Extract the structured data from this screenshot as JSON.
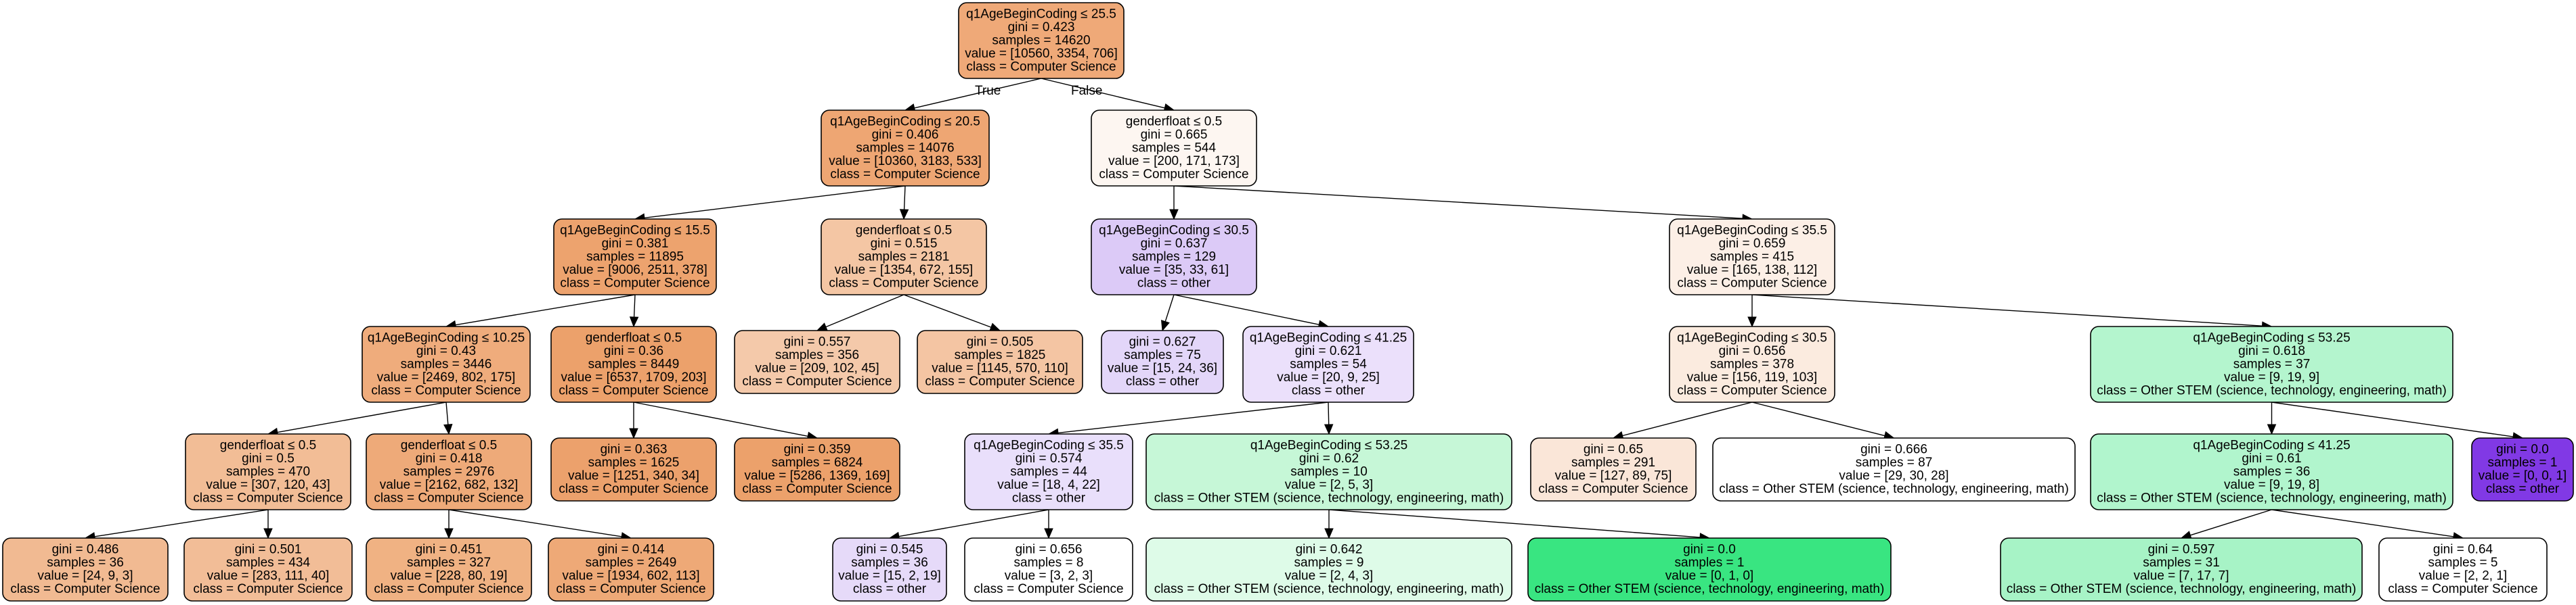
{
  "edge_labels": {
    "true": "True",
    "false": "False"
  },
  "nodes": [
    {
      "id": "n0",
      "lines": [
        "q1AgeBeginCoding ≤ 25.5",
        "gini = 0.423",
        "samples = 14620",
        "value = [10560, 3354, 706]",
        "class = Computer Science"
      ],
      "fill": "#efa978"
    },
    {
      "id": "n1",
      "lines": [
        "q1AgeBeginCoding ≤ 20.5",
        "gini = 0.406",
        "samples = 14076",
        "value = [10360, 3183, 533]",
        "class = Computer Science"
      ],
      "fill": "#eea673"
    },
    {
      "id": "n2",
      "lines": [
        "q1AgeBeginCoding ≤ 15.5",
        "gini = 0.381",
        "samples = 11895",
        "value = [9006, 2511, 378]",
        "class = Computer Science"
      ],
      "fill": "#eda36e"
    },
    {
      "id": "n3",
      "lines": [
        "q1AgeBeginCoding ≤ 10.25",
        "gini = 0.43",
        "samples = 3446",
        "value = [2469, 802, 175]",
        "class = Computer Science"
      ],
      "fill": "#efac7c"
    },
    {
      "id": "n4",
      "lines": [
        "genderfloat ≤ 0.5",
        "gini = 0.5",
        "samples = 470",
        "value = [307, 120, 43]",
        "class = Computer Science"
      ],
      "fill": "#f2bd96"
    },
    {
      "id": "n5",
      "lines": [
        "gini = 0.486",
        "samples = 36",
        "value = [24, 9, 3]",
        "class = Computer Science"
      ],
      "fill": "#f1ba92"
    },
    {
      "id": "n6",
      "lines": [
        "gini = 0.501",
        "samples = 434",
        "value = [283, 111, 40]",
        "class = Computer Science"
      ],
      "fill": "#f2bd97"
    },
    {
      "id": "n7",
      "lines": [
        "genderfloat ≤ 0.5",
        "gini = 0.418",
        "samples = 2976",
        "value = [2162, 682, 132]",
        "class = Computer Science"
      ],
      "fill": "#eeaa79"
    },
    {
      "id": "n8",
      "lines": [
        "gini = 0.451",
        "samples = 327",
        "value = [228, 80, 19]",
        "class = Computer Science"
      ],
      "fill": "#f0b283"
    },
    {
      "id": "n9",
      "lines": [
        "gini = 0.414",
        "samples = 2649",
        "value = [1934, 602, 113]",
        "class = Computer Science"
      ],
      "fill": "#eea977"
    },
    {
      "id": "n10",
      "lines": [
        "genderfloat ≤ 0.5",
        "gini = 0.36",
        "samples = 8449",
        "value = [6537, 1709, 203]",
        "class = Computer Science"
      ],
      "fill": "#eca16b"
    },
    {
      "id": "n11",
      "lines": [
        "gini = 0.363",
        "samples = 1625",
        "value = [1251, 340, 34]",
        "class = Computer Science"
      ],
      "fill": "#eca16c"
    },
    {
      "id": "n12",
      "lines": [
        "gini = 0.359",
        "samples = 6824",
        "value = [5286, 1369, 169]",
        "class = Computer Science"
      ],
      "fill": "#eca16b"
    },
    {
      "id": "n13",
      "lines": [
        "genderfloat ≤ 0.5",
        "gini = 0.515",
        "samples = 2181",
        "value = [1354, 672, 155]",
        "class = Computer Science"
      ],
      "fill": "#f4c6a4"
    },
    {
      "id": "n14",
      "lines": [
        "gini = 0.557",
        "samples = 356",
        "value = [209, 102, 45]",
        "class = Computer Science"
      ],
      "fill": "#f4c9aa"
    },
    {
      "id": "n15",
      "lines": [
        "gini = 0.505",
        "samples = 1825",
        "value = [1145, 570, 110]",
        "class = Computer Science"
      ],
      "fill": "#f4c5a3"
    },
    {
      "id": "n16",
      "lines": [
        "genderfloat ≤ 0.5",
        "gini = 0.665",
        "samples = 544",
        "value = [200, 171, 173]",
        "class = Computer Science"
      ],
      "fill": "#fdf6f1"
    },
    {
      "id": "n17",
      "lines": [
        "q1AgeBeginCoding ≤ 30.5",
        "gini = 0.637",
        "samples = 129",
        "value = [35, 33, 61]",
        "class = other"
      ],
      "fill": "#dccaf7"
    },
    {
      "id": "n18",
      "lines": [
        "gini = 0.627",
        "samples = 75",
        "value = [15, 24, 36]",
        "class = other"
      ],
      "fill": "#e3d6f9"
    },
    {
      "id": "n19",
      "lines": [
        "q1AgeBeginCoding ≤ 41.25",
        "gini = 0.621",
        "samples = 54",
        "value = [20, 9, 25]",
        "class = other"
      ],
      "fill": "#ebe0fb"
    },
    {
      "id": "n20",
      "lines": [
        "q1AgeBeginCoding ≤ 35.5",
        "gini = 0.574",
        "samples = 44",
        "value = [18, 4, 22]",
        "class = other"
      ],
      "fill": "#e9dffb"
    },
    {
      "id": "n21",
      "lines": [
        "gini = 0.545",
        "samples = 36",
        "value = [15, 2, 19]",
        "class = other"
      ],
      "fill": "#e6daf9"
    },
    {
      "id": "n22",
      "lines": [
        "gini = 0.656",
        "samples = 8",
        "value = [3, 2, 3]",
        "class = Computer Science"
      ],
      "fill": "#ffffff"
    },
    {
      "id": "n23",
      "lines": [
        "q1AgeBeginCoding ≤ 53.25",
        "gini = 0.62",
        "samples = 10",
        "value = [2, 5, 3]",
        "class = Other STEM (science, technology, engineering, math)"
      ],
      "fill": "#c6f7d7"
    },
    {
      "id": "n24",
      "lines": [
        "gini = 0.642",
        "samples = 9",
        "value = [2, 4, 3]",
        "class = Other STEM (science, technology, engineering, math)"
      ],
      "fill": "#defbe8"
    },
    {
      "id": "n25",
      "lines": [
        "gini = 0.0",
        "samples = 1",
        "value = [0, 1, 0]",
        "class = Other STEM (science, technology, engineering, math)"
      ],
      "fill": "#39e581"
    },
    {
      "id": "n26",
      "lines": [
        "q1AgeBeginCoding ≤ 35.5",
        "gini = 0.659",
        "samples = 415",
        "value = [165, 138, 112]",
        "class = Computer Science"
      ],
      "fill": "#fcefe6"
    },
    {
      "id": "n27",
      "lines": [
        "q1AgeBeginCoding ≤ 30.5",
        "gini = 0.656",
        "samples = 378",
        "value = [156, 119, 103]",
        "class = Computer Science"
      ],
      "fill": "#fbebdf"
    },
    {
      "id": "n28",
      "lines": [
        "gini = 0.65",
        "samples = 291",
        "value = [127, 89, 75]",
        "class = Computer Science"
      ],
      "fill": "#fae6d8"
    },
    {
      "id": "n29",
      "lines": [
        "gini = 0.666",
        "samples = 87",
        "value = [29, 30, 28]",
        "class = Other STEM (science, technology, engineering, math)"
      ],
      "fill": "#ffffff"
    },
    {
      "id": "n30",
      "lines": [
        "q1AgeBeginCoding ≤ 53.25",
        "gini = 0.618",
        "samples = 37",
        "value = [9, 19, 9]",
        "class = Other STEM (science, technology, engineering, math)"
      ],
      "fill": "#b4f5ce"
    },
    {
      "id": "n31",
      "lines": [
        "q1AgeBeginCoding ≤ 41.25",
        "gini = 0.61",
        "samples = 36",
        "value = [9, 19, 8]",
        "class = Other STEM (science, technology, engineering, math)"
      ],
      "fill": "#b1f5cd"
    },
    {
      "id": "n32",
      "lines": [
        "gini = 0.597",
        "samples = 31",
        "value = [7, 17, 7]",
        "class = Other STEM (science, technology, engineering, math)"
      ],
      "fill": "#a7f3c6"
    },
    {
      "id": "n33",
      "lines": [
        "gini = 0.64",
        "samples = 5",
        "value = [2, 2, 1]",
        "class = Computer Science"
      ],
      "fill": "#ffffff"
    },
    {
      "id": "n34",
      "lines": [
        "gini = 0.0",
        "samples = 1",
        "value = [0, 0, 1]",
        "class = other"
      ],
      "fill": "#8139e5"
    }
  ],
  "edges": [
    {
      "from": "n0",
      "to": "n1",
      "label": "true"
    },
    {
      "from": "n0",
      "to": "n16",
      "label": "false"
    },
    {
      "from": "n1",
      "to": "n2"
    },
    {
      "from": "n1",
      "to": "n13"
    },
    {
      "from": "n2",
      "to": "n3"
    },
    {
      "from": "n2",
      "to": "n10"
    },
    {
      "from": "n3",
      "to": "n4"
    },
    {
      "from": "n3",
      "to": "n7"
    },
    {
      "from": "n4",
      "to": "n5"
    },
    {
      "from": "n4",
      "to": "n6"
    },
    {
      "from": "n7",
      "to": "n8"
    },
    {
      "from": "n7",
      "to": "n9"
    },
    {
      "from": "n10",
      "to": "n11"
    },
    {
      "from": "n10",
      "to": "n12"
    },
    {
      "from": "n13",
      "to": "n14"
    },
    {
      "from": "n13",
      "to": "n15"
    },
    {
      "from": "n16",
      "to": "n17"
    },
    {
      "from": "n16",
      "to": "n26"
    },
    {
      "from": "n17",
      "to": "n18"
    },
    {
      "from": "n17",
      "to": "n19"
    },
    {
      "from": "n19",
      "to": "n20"
    },
    {
      "from": "n19",
      "to": "n23"
    },
    {
      "from": "n20",
      "to": "n21"
    },
    {
      "from": "n20",
      "to": "n22"
    },
    {
      "from": "n23",
      "to": "n24"
    },
    {
      "from": "n23",
      "to": "n25"
    },
    {
      "from": "n26",
      "to": "n27"
    },
    {
      "from": "n26",
      "to": "n30"
    },
    {
      "from": "n27",
      "to": "n28"
    },
    {
      "from": "n27",
      "to": "n29"
    },
    {
      "from": "n30",
      "to": "n31"
    },
    {
      "from": "n30",
      "to": "n34"
    },
    {
      "from": "n31",
      "to": "n32"
    },
    {
      "from": "n31",
      "to": "n33"
    }
  ]
}
